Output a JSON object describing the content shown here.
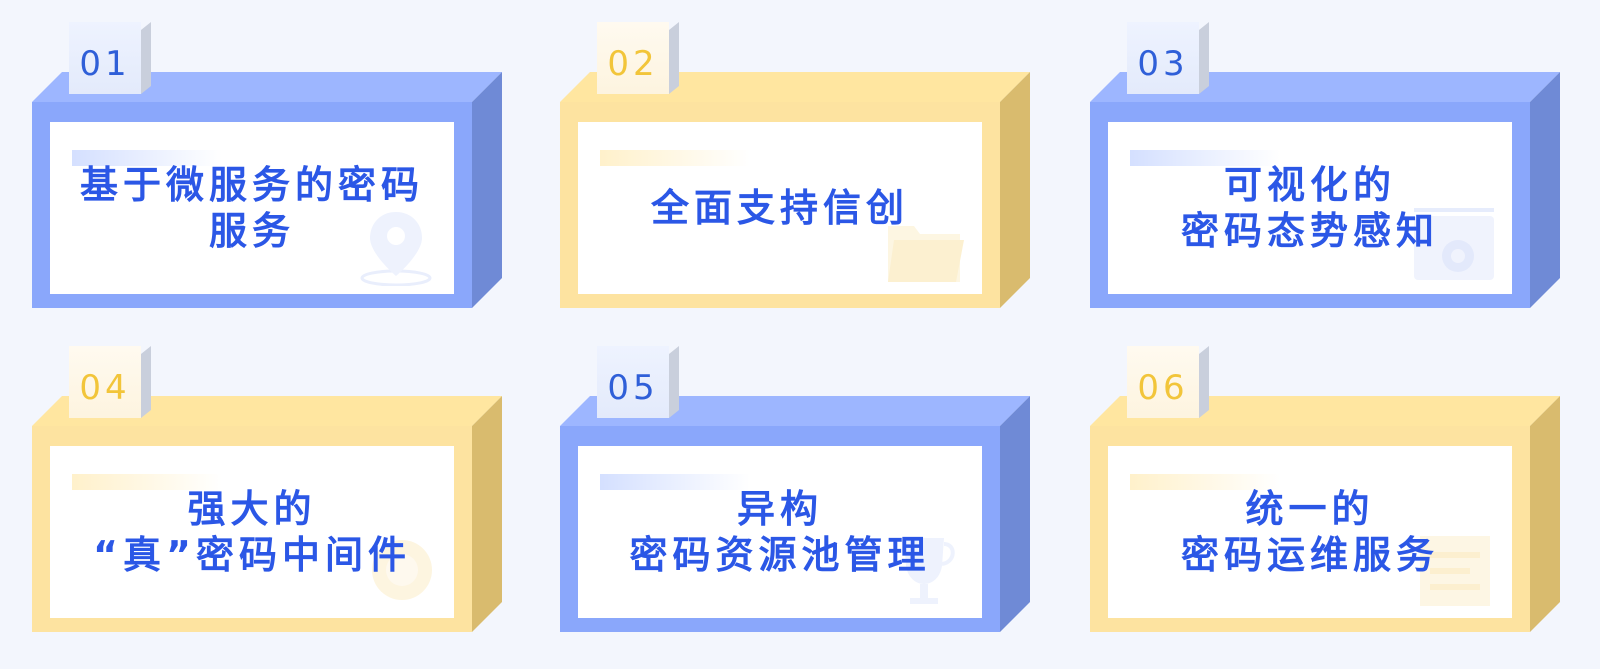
{
  "cards": [
    {
      "number": "01",
      "line1": "基于微服务的密码",
      "line2": "服务",
      "theme": "blue",
      "icon": "location-pin-icon"
    },
    {
      "number": "02",
      "line1": "全面支持信创",
      "line2": "",
      "theme": "yellow",
      "icon": "folder-icon"
    },
    {
      "number": "03",
      "line1": "可视化的",
      "line2": "密码态势感知",
      "theme": "blue",
      "icon": "gear-icon"
    },
    {
      "number": "04",
      "line1": "强大的",
      "line2": "“真”密码中间件",
      "theme": "yellow",
      "icon": "circle-icon"
    },
    {
      "number": "05",
      "line1": "异构",
      "line2": "密码资源池管理",
      "theme": "blue",
      "icon": "trophy-icon"
    },
    {
      "number": "06",
      "line1": "统一的",
      "line2": "密码运维服务",
      "theme": "yellow",
      "icon": "document-icon"
    }
  ],
  "colors": {
    "text_blue": "#2b57e6",
    "number_yellow": "#f2c53a",
    "box_blue": "#8aa7fb",
    "box_yellow": "#fde3a0",
    "background": "#f3f6fd"
  }
}
